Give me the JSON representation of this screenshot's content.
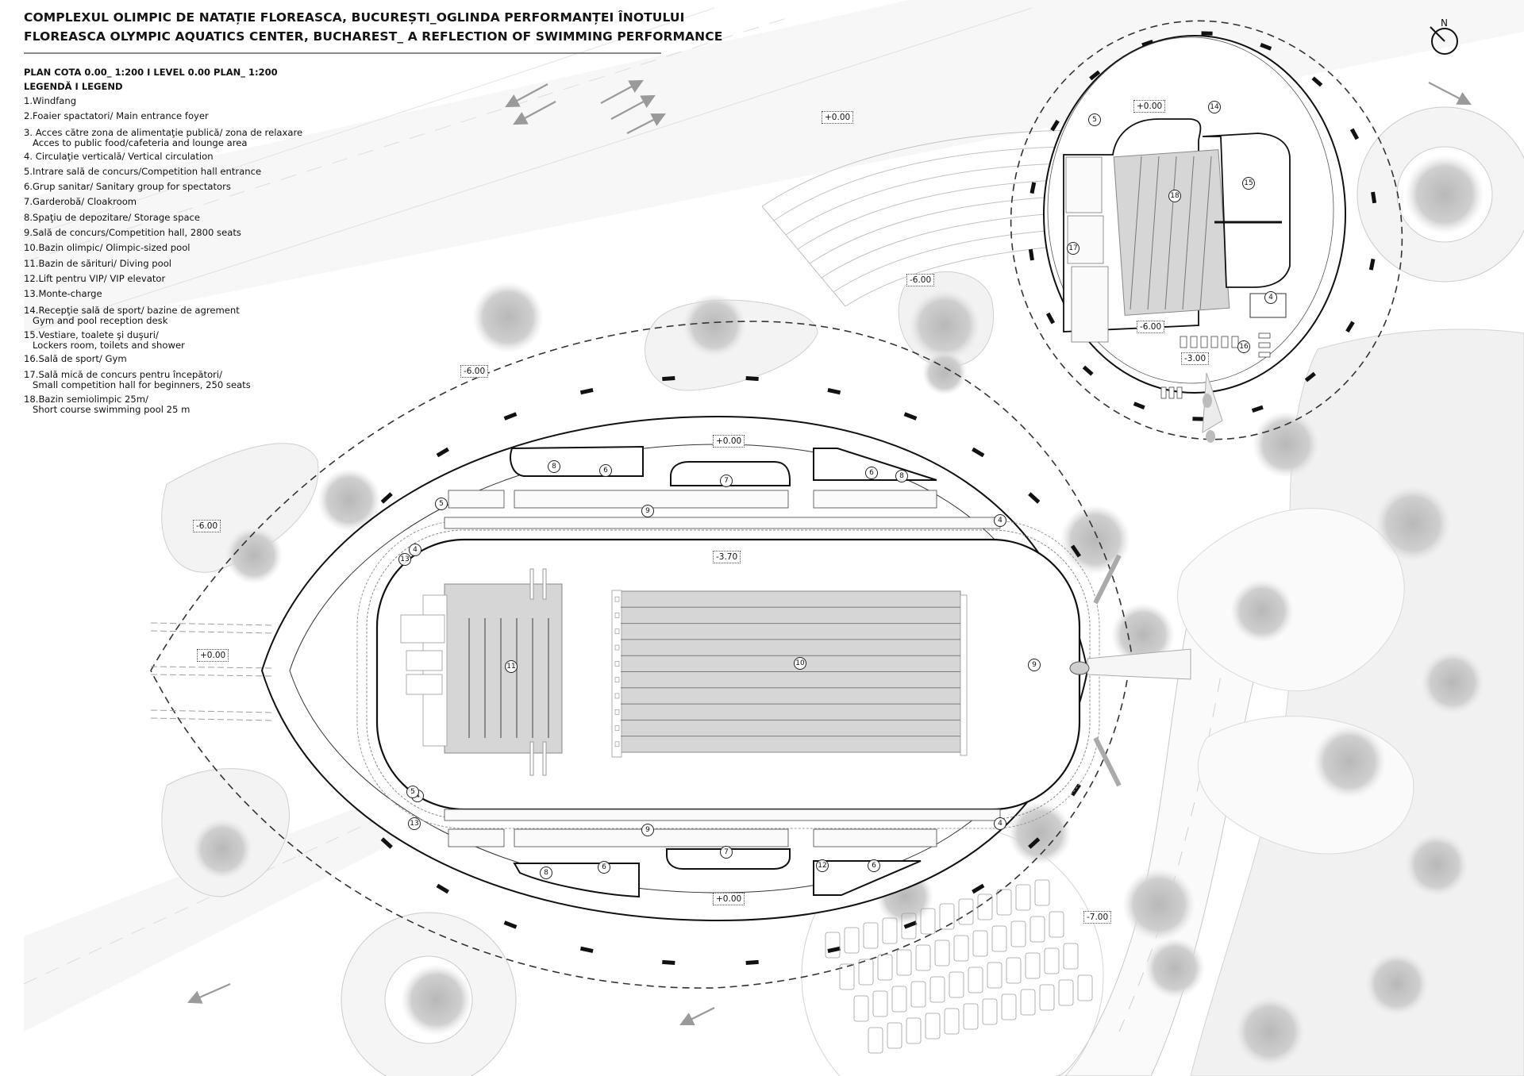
{
  "title": {
    "line_ro": "COMPLEXUL OLIMPIC DE NATAȚIE FLOREASCA, BUCUREȘTI_OGLINDA PERFORMANȚEI ÎNOTULUI",
    "line_en": "FLOREASCA OLYMPIC AQUATICS CENTER, BUCHAREST_ A REFLECTION OF SWIMMING PERFORMANCE"
  },
  "plan_caption": "PLAN COTA 0.00_ 1:200 I LEVEL 0.00 PLAN_ 1:200",
  "legend": {
    "title": "LEGENDĂ I LEGEND",
    "items": [
      {
        "text": "1.Windfang",
        "sub": ""
      },
      {
        "text": "2.Foaier spactatori/ Main entrance foyer",
        "sub": ""
      },
      {
        "text": "3. Acces către zona de alimentaţie publică/ zona de relaxare",
        "sub": "Acces to public food/cafeteria and lounge area"
      },
      {
        "text": "4. Circulaţie verticală/ Vertical circulation",
        "sub": ""
      },
      {
        "text": "5.Intrare sală de concurs/Competition hall entrance",
        "sub": ""
      },
      {
        "text": "6.Grup sanitar/ Sanitary group for spectators",
        "sub": ""
      },
      {
        "text": "7.Garderobă/ Cloakroom",
        "sub": ""
      },
      {
        "text": "8.Spaţiu de depozitare/ Storage space",
        "sub": ""
      },
      {
        "text": "9.Sală de concurs/Competition hall, 2800 seats",
        "sub": ""
      },
      {
        "text": "10.Bazin olimpic/ Olimpic-sized pool",
        "sub": ""
      },
      {
        "text": "11.Bazin de sărituri/ Diving pool",
        "sub": ""
      },
      {
        "text": "12.Lift pentru VIP/ VIP elevator",
        "sub": ""
      },
      {
        "text": "13.Monte-charge",
        "sub": ""
      },
      {
        "text": "14.Recepţie sală de sport/ bazine de agrement",
        "sub": "Gym and pool reception desk"
      },
      {
        "text": "15.Vestiare, toalete şi duşuri/",
        "sub": "Lockers room, toilets and shower"
      },
      {
        "text": "16.Sală de sport/ Gym",
        "sub": ""
      },
      {
        "text": "17.Sală mică de concurs pentru începători/",
        "sub": "Small competition hall for beginners, 250 seats"
      },
      {
        "text": "18.Bazin semiolimpic 25m/",
        "sub": "Short course swimming pool 25 m"
      }
    ]
  },
  "north_label": "N",
  "elevations": {
    "main_north_foyer": "+0.00",
    "main_south_foyer": "+0.00",
    "main_west_plaza": "+0.00",
    "main_pool_deck": "-3.70",
    "amphitheatre_top": "+0.00",
    "amphitheatre_bottom": "-6.00",
    "garden_nw": "-6.00",
    "garden_w": "-6.00",
    "road_se": "-7.00",
    "small_entry": "+0.00",
    "small_pool": "-6.00",
    "gym": "-3.00"
  },
  "room_numbers": {
    "olympic_pool": "10",
    "diving_pool": "11",
    "hall_north": "9",
    "hall_south": "9",
    "hall_east": "9",
    "cloak_north": "7",
    "cloak_south": "7",
    "storage_nw": "8",
    "storage_ne": "8",
    "storage_sw": "8",
    "sanitary_nw": "6",
    "sanitary_ne": "6",
    "sanitary_sw": "6",
    "sanitary_se": "6",
    "vip_lift": "12",
    "monte_charge_nw": "13",
    "monte_charge_sw": "13",
    "vertical_nw": "4",
    "vertical_ne": "4",
    "vertical_se": "4",
    "vertical_sw": "4",
    "hall_entrance_nw": "5",
    "hall_entrance_sw": "5",
    "small_entrance": "5",
    "reception": "14",
    "lockers": "15",
    "gym": "16",
    "small_hall": "17",
    "short_pool": "18",
    "small_vertical": "4"
  },
  "pools": {
    "olympic_lanes": 10,
    "short_course_lanes": 6,
    "diving_platforms": 6
  },
  "colors": {
    "pool_fill": "#d6d6d6",
    "wall": "#111111",
    "vegetation": "#cfcfcf",
    "site_line": "#bdbdbd"
  }
}
